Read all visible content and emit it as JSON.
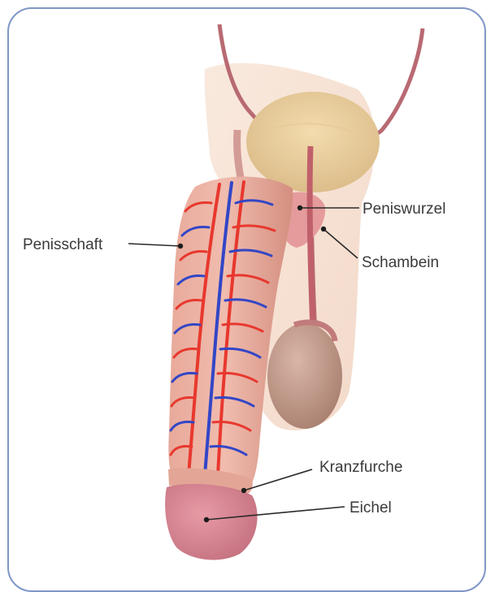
{
  "labels": {
    "peniswurzel": "Peniswurzel",
    "penisschaft": "Penisschaft",
    "schambein": "Schambein",
    "kranzfurche": "Kranzfurche",
    "eichel": "Eichel"
  }
}
